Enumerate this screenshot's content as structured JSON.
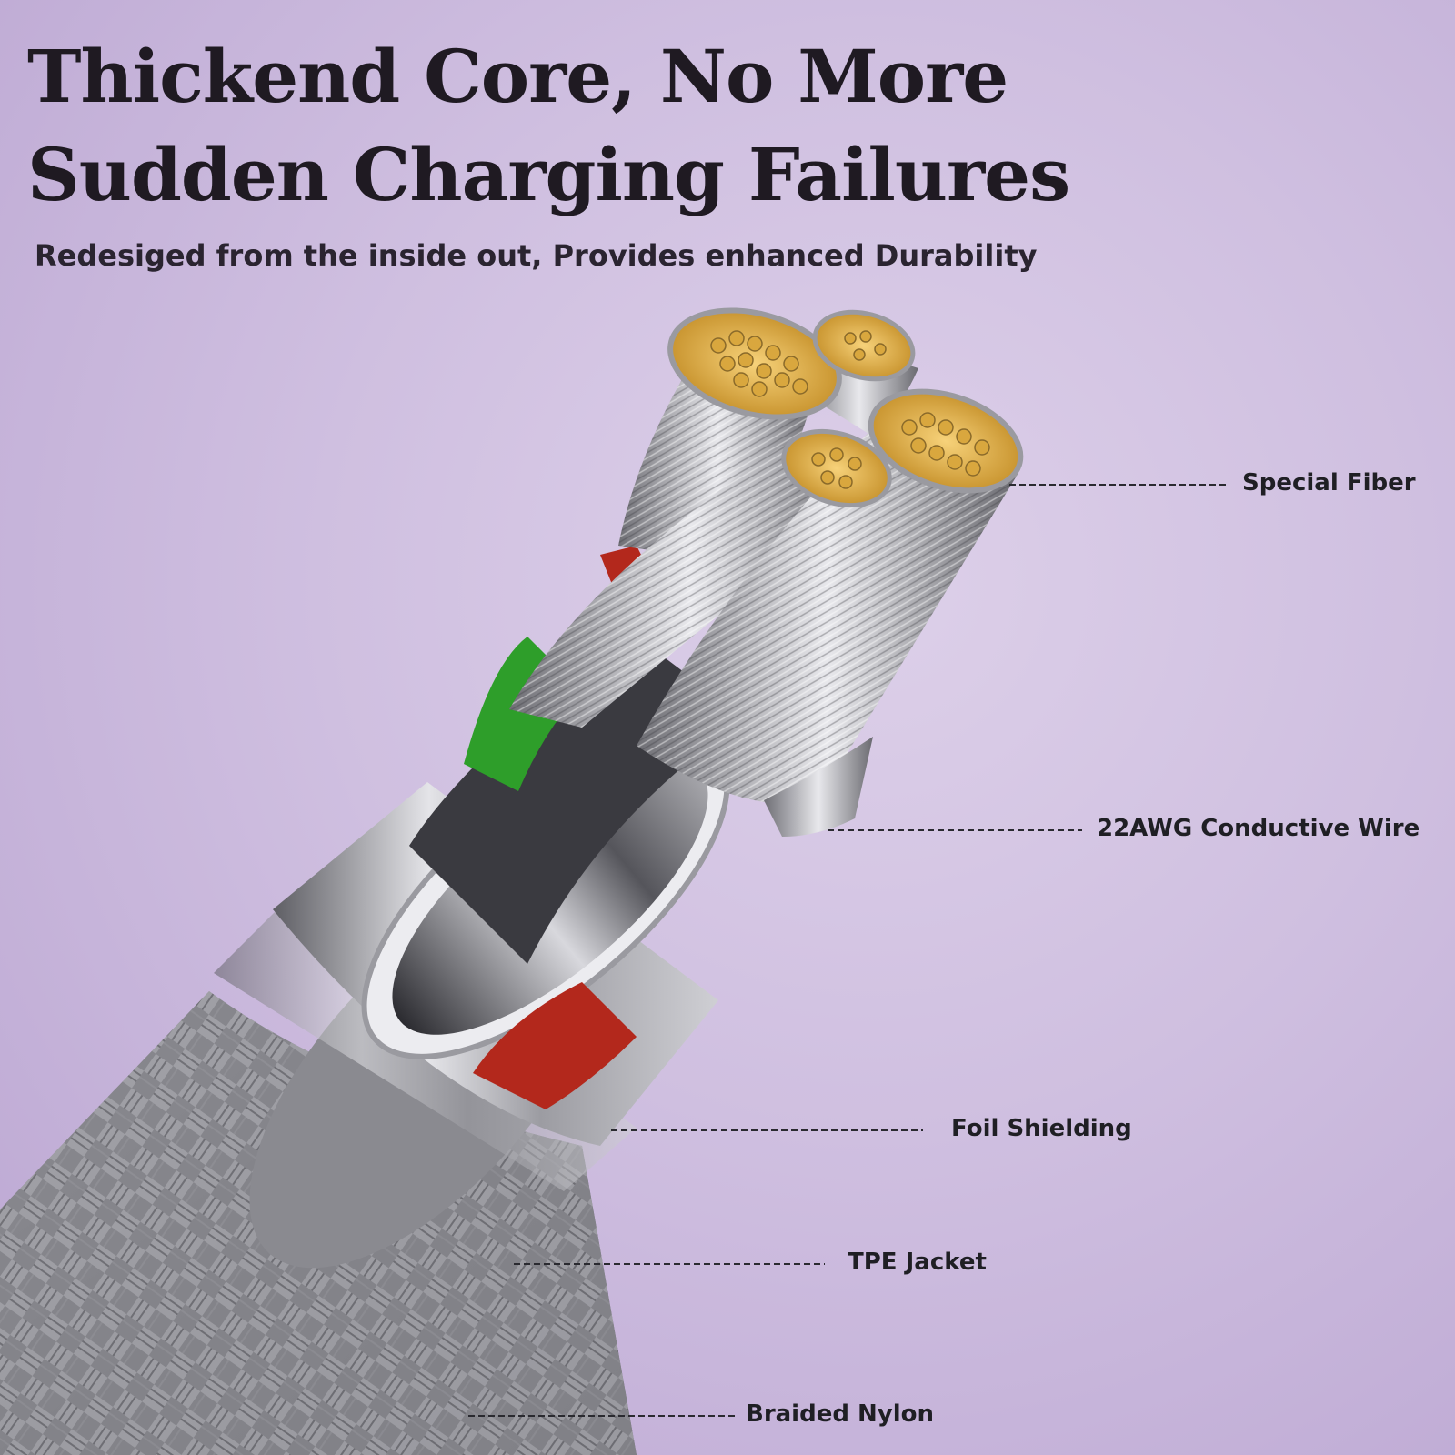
{
  "headline": {
    "line1": "Thickend Core, No More",
    "line2": "Sudden Charging Failures"
  },
  "subtitle": "Redesiged from the inside out, Provides enhanced Durability",
  "callouts": {
    "special_fiber": "Special Fiber",
    "conductive_wire": "22AWG Conductive Wire",
    "foil_shielding": "Foil Shielding",
    "tpe_jacket": "TPE Jacket",
    "braided_nylon": "Braided Nylon"
  },
  "colors": {
    "background": "#cfbfe0",
    "copper_core": "#e6b74a",
    "wire_silver": "#b9b9bf",
    "green_insulation": "#2e9e2a",
    "red_insulation": "#b3281c",
    "text": "#1f1a22"
  }
}
